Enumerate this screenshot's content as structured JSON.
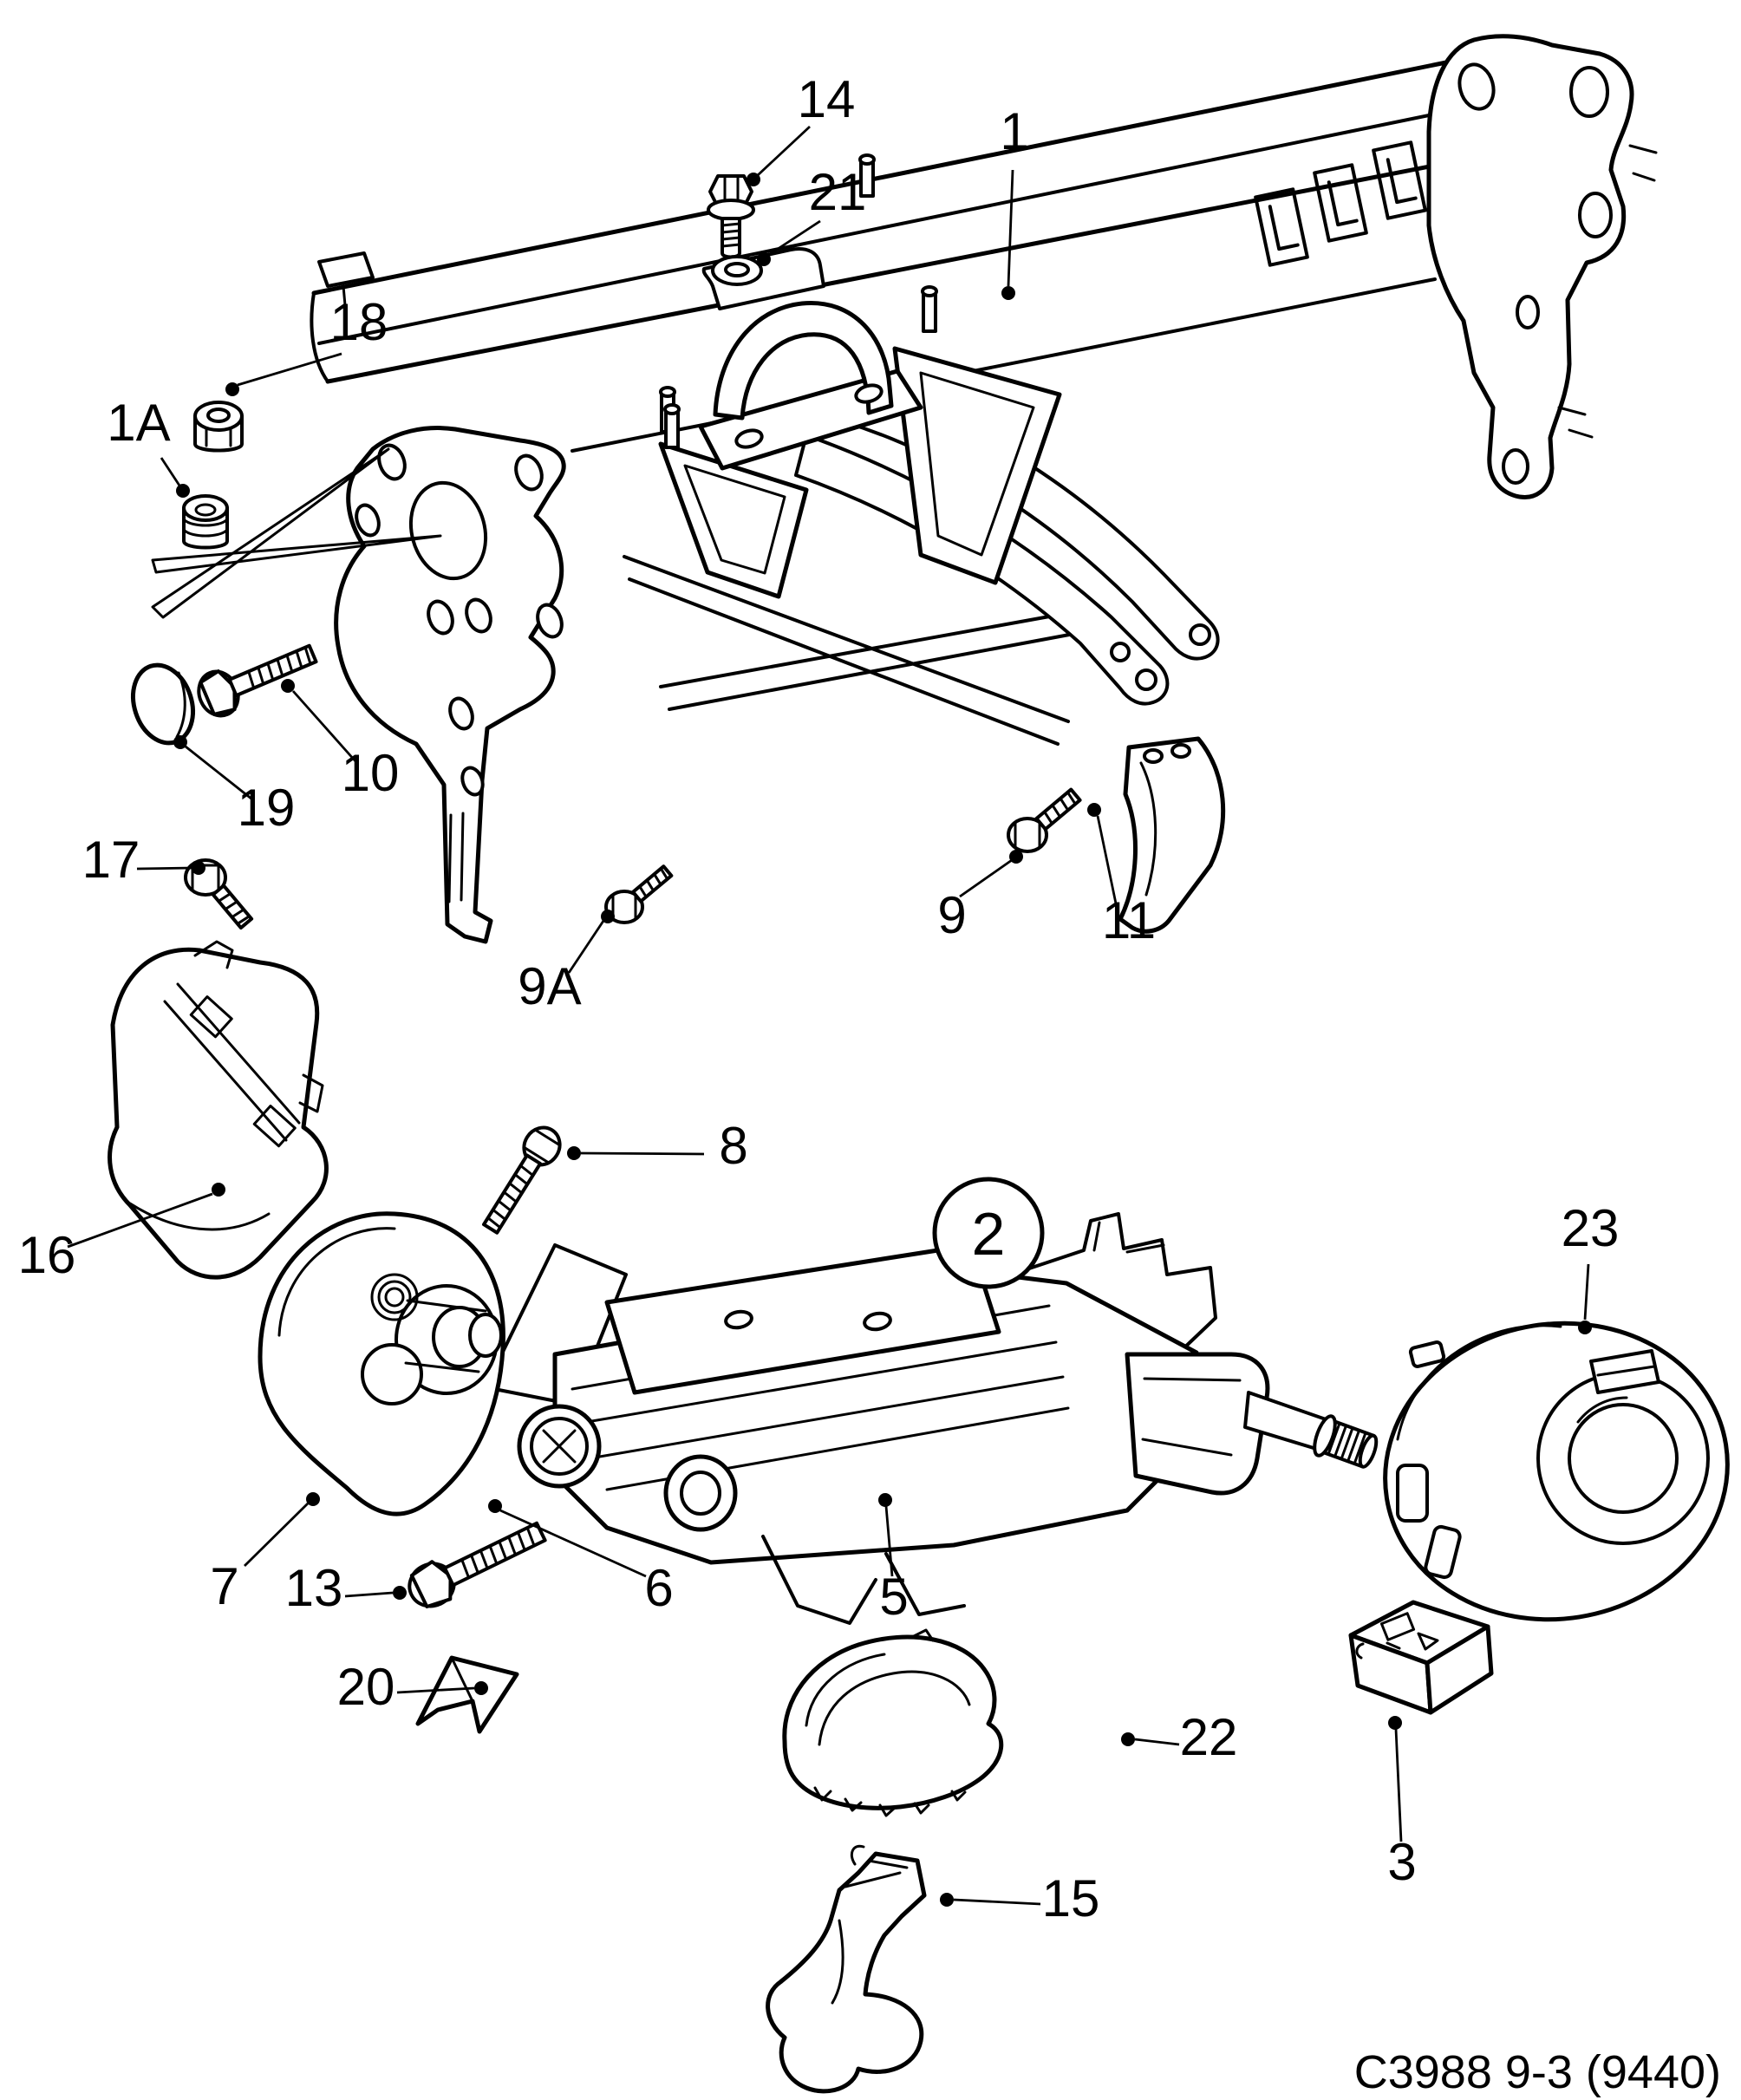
{
  "diagram": {
    "type": "exploded-parts-drawing",
    "caption": "C3988 9-3 (9440)",
    "background_color": "#ffffff",
    "line_color": "#000000",
    "assembly_callout": "2",
    "callouts": [
      {
        "label": "1"
      },
      {
        "label": "1A"
      },
      {
        "label": "2"
      },
      {
        "label": "3"
      },
      {
        "label": "5"
      },
      {
        "label": "6"
      },
      {
        "label": "7"
      },
      {
        "label": "8"
      },
      {
        "label": "9"
      },
      {
        "label": "9A"
      },
      {
        "label": "10"
      },
      {
        "label": "11"
      },
      {
        "label": "13"
      },
      {
        "label": "14"
      },
      {
        "label": "15"
      },
      {
        "label": "16"
      },
      {
        "label": "17"
      },
      {
        "label": "18"
      },
      {
        "label": "19"
      },
      {
        "label": "20"
      },
      {
        "label": "21"
      },
      {
        "label": "22"
      },
      {
        "label": "23"
      }
    ]
  }
}
